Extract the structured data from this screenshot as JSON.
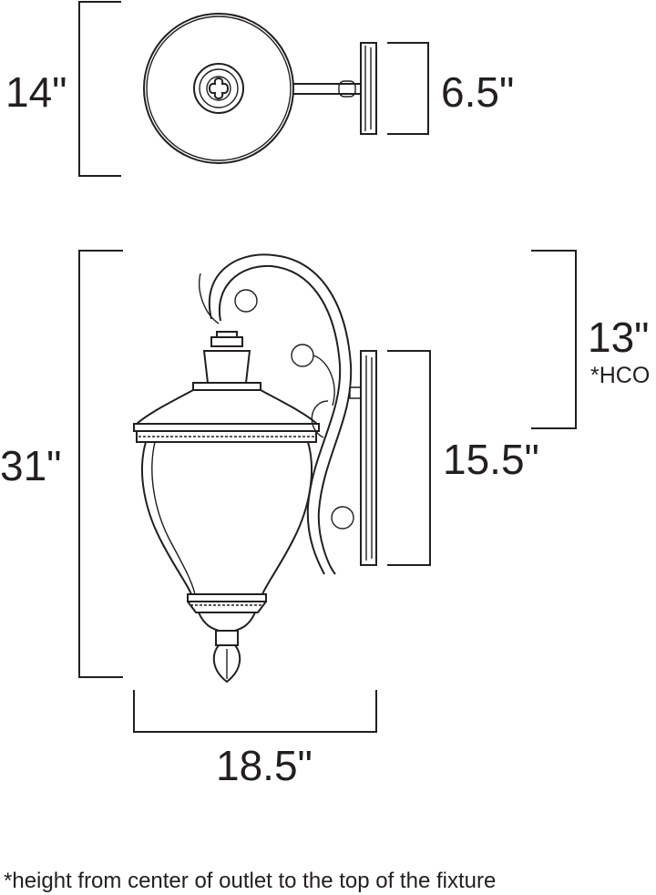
{
  "dimensions": {
    "top_width": "14\"",
    "top_depth": "6.5\"",
    "overall_height": "31\"",
    "hco": "13\"",
    "hco_label": "*HCO",
    "backplate_height": "15.5\"",
    "overall_width": "18.5\""
  },
  "footnote": "*height from center of outlet to the top of the fixture",
  "colors": {
    "line": "#231f20",
    "background": "#ffffff"
  }
}
